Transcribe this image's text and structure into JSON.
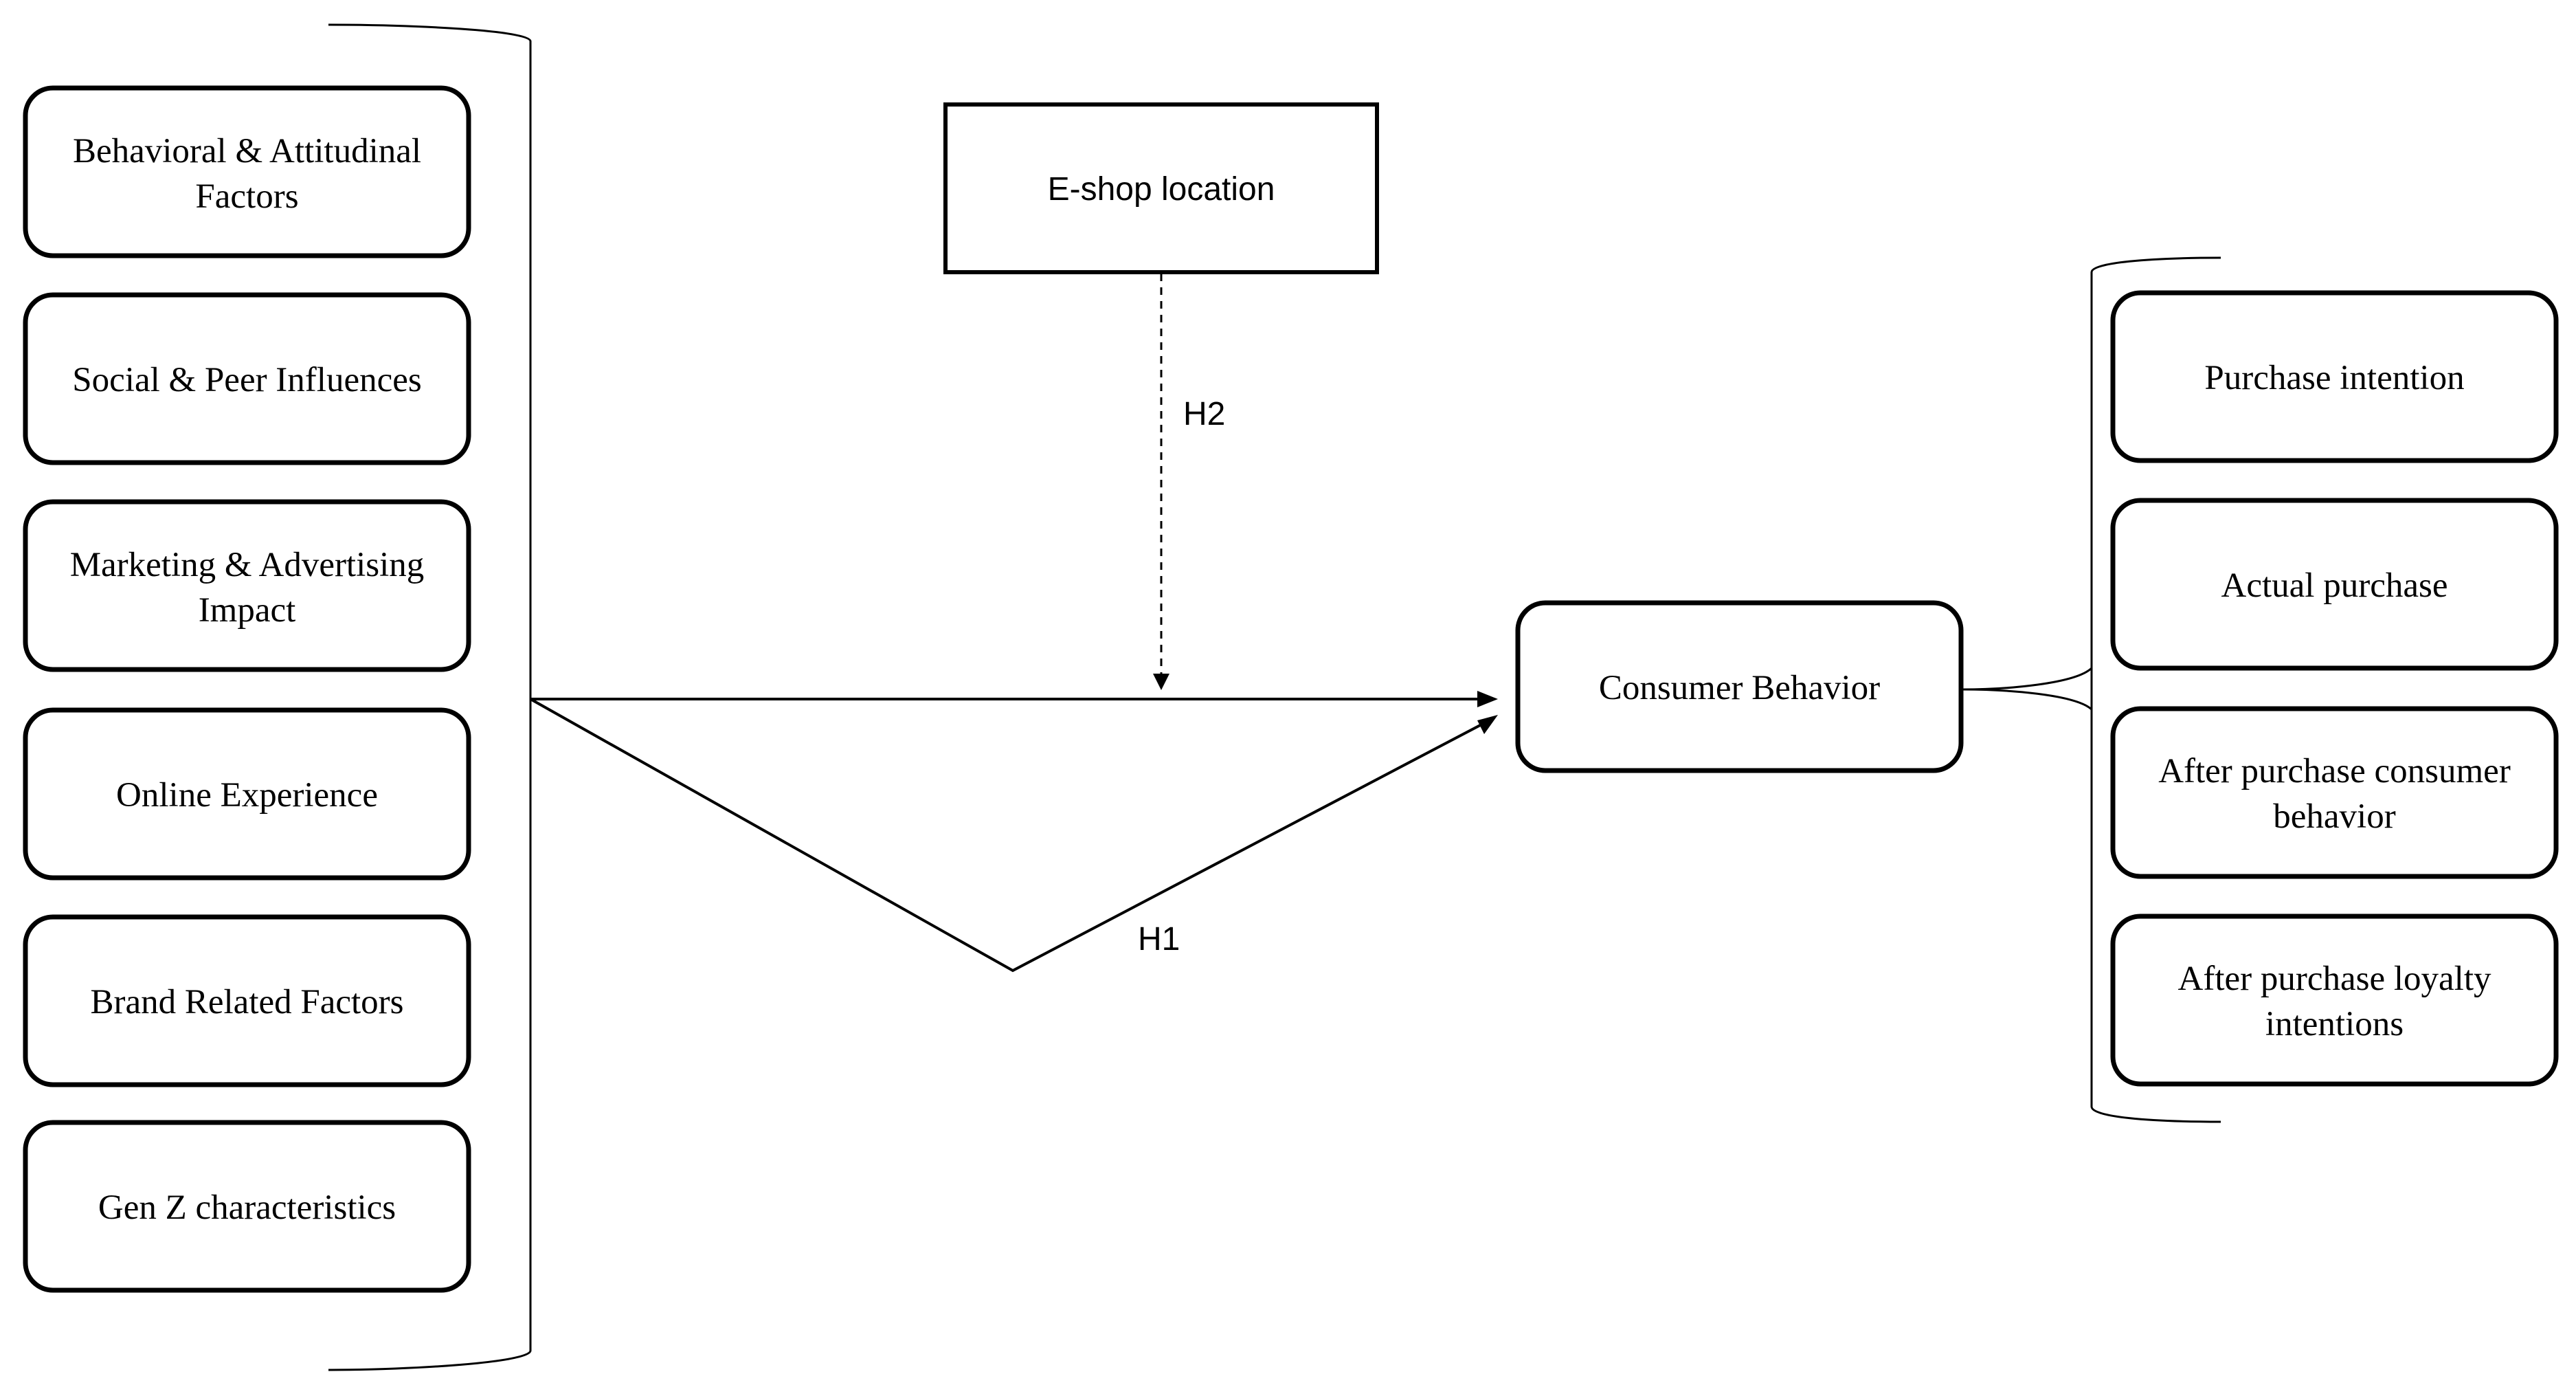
{
  "predictors": [
    {
      "line1": "Behavioral & Attitudinal",
      "line2": "Factors"
    },
    {
      "line1": "Social & Peer Influences",
      "line2": ""
    },
    {
      "line1": "Marketing & Advertising",
      "line2": "Impact"
    },
    {
      "line1": "Online Experience",
      "line2": ""
    },
    {
      "line1": "Brand Related Factors",
      "line2": ""
    },
    {
      "line1": "Gen Z characteristics",
      "line2": ""
    }
  ],
  "moderator": {
    "label": "E-shop location"
  },
  "outcome": {
    "label": "Consumer Behavior"
  },
  "outcome_dimensions": [
    {
      "line1": "Purchase intention",
      "line2": ""
    },
    {
      "line1": "Actual purchase",
      "line2": ""
    },
    {
      "line1": "After purchase consumer",
      "line2": "behavior"
    },
    {
      "line1": "After purchase loyalty",
      "line2": "intentions"
    }
  ],
  "hypotheses": {
    "h1": "H1",
    "h2": "H2"
  }
}
